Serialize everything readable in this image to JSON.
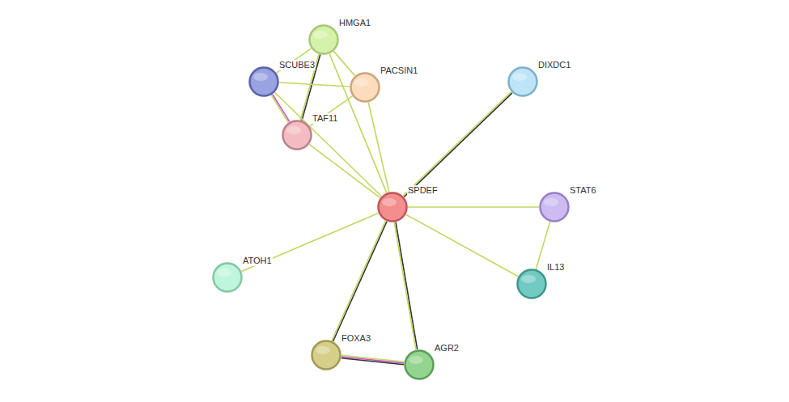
{
  "diagram": {
    "nodes": [
      {
        "text": [
          "HMGA1"
        ]
      },
      {
        "text": [
          "SCUBE3"
        ]
      },
      {
        "text": [
          "PACSIN1"
        ]
      },
      {
        "text": [
          "DIXDC1"
        ]
      },
      {
        "text": [
          "TAF11"
        ]
      },
      {
        "text": [
          "SPDEF"
        ]
      },
      {
        "text": [
          "STAT6"
        ]
      },
      {
        "text": [
          "IL13"
        ]
      },
      {
        "text": [
          "ATOH1"
        ]
      },
      {
        "text": [
          "FOXA3"
        ]
      },
      {
        "text": [
          "AGR2"
        ]
      }
    ],
    "edges": [
      {
        "from": 0,
        "to": 1,
        "arrow": "none"
      },
      {
        "from": 0,
        "to": 2,
        "arrow": "none"
      },
      {
        "from": 0,
        "to": 4,
        "arrow": "none"
      },
      {
        "from": 0,
        "to": 5,
        "arrow": "none"
      },
      {
        "from": 1,
        "to": 2,
        "arrow": "none"
      },
      {
        "from": 1,
        "to": 4,
        "arrow": "none"
      },
      {
        "from": 1,
        "to": 5,
        "arrow": "none"
      },
      {
        "from": 2,
        "to": 4,
        "arrow": "none"
      },
      {
        "from": 2,
        "to": 5,
        "arrow": "none"
      },
      {
        "from": 4,
        "to": 5,
        "arrow": "none"
      },
      {
        "from": 3,
        "to": 5,
        "arrow": "none"
      },
      {
        "from": 5,
        "to": 6,
        "arrow": "none"
      },
      {
        "from": 5,
        "to": 7,
        "arrow": "none"
      },
      {
        "from": 6,
        "to": 7,
        "arrow": "none"
      },
      {
        "from": 5,
        "to": 8,
        "arrow": "none"
      },
      {
        "from": 5,
        "to": 9,
        "arrow": "none"
      },
      {
        "from": 5,
        "to": 10,
        "arrow": "none"
      },
      {
        "from": 9,
        "to": 10,
        "arrow": "none"
      }
    ]
  }
}
